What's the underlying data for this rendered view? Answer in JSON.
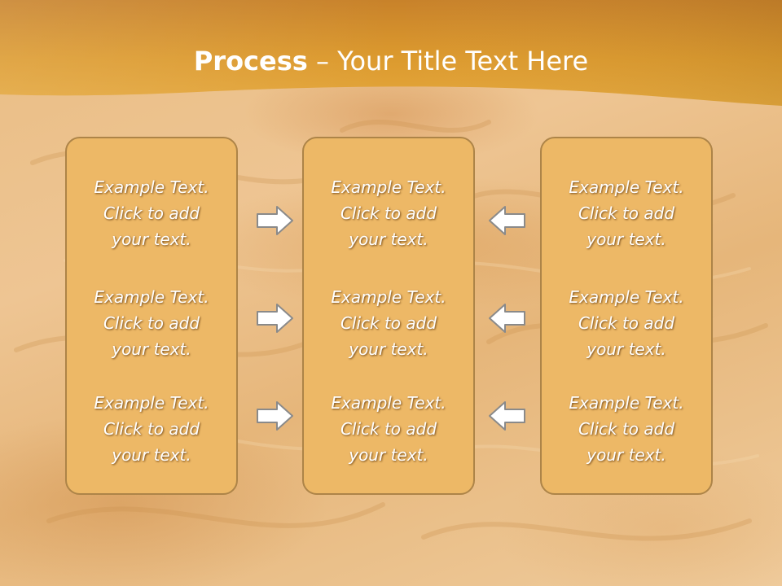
{
  "title": {
    "bold": "Process",
    "rest": " – Your Title Text Here"
  },
  "colors": {
    "header": "#dc9a2e",
    "panel_fill": "#edb866",
    "panel_border": "#ad8448",
    "arrow_fill": "#ffffff",
    "arrow_stroke": "#8a8a8a"
  },
  "panels": [
    {
      "cells": [
        {
          "line1": "Example Text.",
          "line2": "Click  to add",
          "line3": "your text."
        },
        {
          "line1": "Example Text.",
          "line2": "Click  to add",
          "line3": "your text."
        },
        {
          "line1": "Example Text.",
          "line2": "Click  to add",
          "line3": "your text."
        }
      ]
    },
    {
      "cells": [
        {
          "line1": "Example Text.",
          "line2": "Click  to add",
          "line3": "your text."
        },
        {
          "line1": "Example Text.",
          "line2": "Click  to add",
          "line3": "your text."
        },
        {
          "line1": "Example Text.",
          "line2": "Click  to add",
          "line3": "your text."
        }
      ]
    },
    {
      "cells": [
        {
          "line1": "Example Text.",
          "line2": "Click  to add",
          "line3": "your text."
        },
        {
          "line1": "Example Text.",
          "line2": "Click  to add",
          "line3": "your text."
        },
        {
          "line1": "Example Text.",
          "line2": "Click  to add",
          "line3": "your text."
        }
      ]
    }
  ],
  "arrows": {
    "left_column": [
      "right-arrow-icon",
      "right-arrow-icon",
      "right-arrow-icon"
    ],
    "right_column": [
      "left-arrow-icon",
      "left-arrow-icon",
      "left-arrow-icon"
    ]
  }
}
